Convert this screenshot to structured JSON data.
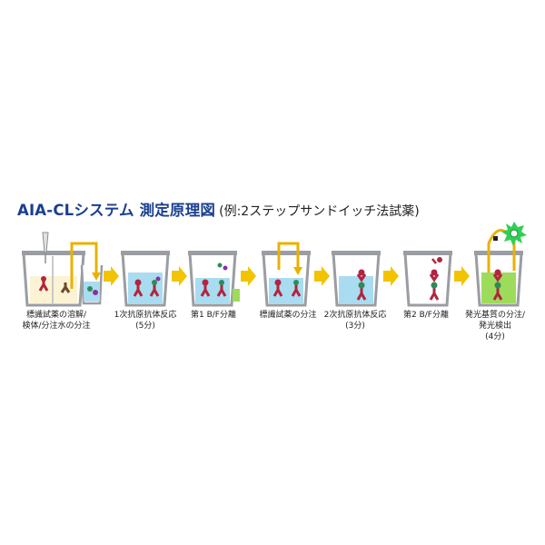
{
  "title": {
    "main": "AIA-CLシステム 測定原理図",
    "sub": "(例:2ステップサンドイッチ法試薬)"
  },
  "steps": [
    {
      "label": "標識試薬の溶解/\n検体/分注水の分注"
    },
    {
      "label": "1次抗原抗体反応\n(5分)"
    },
    {
      "label": "第1 B/F分離"
    },
    {
      "label": "標識試薬の分注"
    },
    {
      "label": "2次抗原抗体反応\n(3分)"
    },
    {
      "label": "第2 B/F分離"
    },
    {
      "label": "発光基質の分注/\n発光検出\n(4分)"
    }
  ],
  "colors": {
    "title": "#1a3f8f",
    "arrow": "#f2c400",
    "liquid": "#a9dcf0",
    "antibody": "#b3243f",
    "pipette_flow": "#e8b200",
    "substrate": "#9ddc5a",
    "light": "#2fcf55"
  }
}
